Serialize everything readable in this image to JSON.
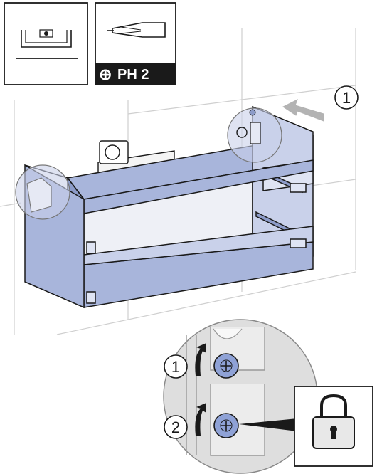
{
  "tools": {
    "level_icon": "spirit-level-icon",
    "screwdriver_icon": "phillips-screwdriver-icon",
    "drive_symbol": "⊕",
    "drive_size": "PH 2"
  },
  "steps": {
    "push_step": "1",
    "detail_step_1": "1",
    "detail_step_2": "2"
  },
  "icons": {
    "lock": "padlock-icon",
    "arrow": "push-arrow-icon"
  },
  "colors": {
    "cabinet_fill": "#a8b5db",
    "cabinet_dark": "#8c9bc8",
    "screw_fill": "#8fa2d6",
    "outline": "#1a1a1a",
    "detail_bg": "#dedede",
    "wall_line": "#cfcfcf"
  }
}
